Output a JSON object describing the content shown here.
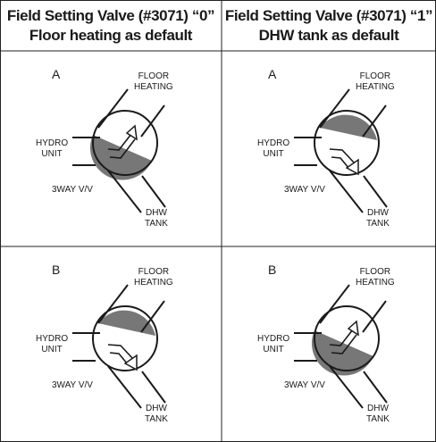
{
  "columns": [
    {
      "title_line1": "Field Setting Valve (#3071) “0”",
      "title_line2": "Floor heating as default"
    },
    {
      "title_line1": "Field Setting Valve (#3071) “1”",
      "title_line2": "DHW tank as default"
    }
  ],
  "cells": [
    {
      "letter": "A",
      "floor": "FLOOR\nHEATING",
      "hydro": "HYDRO\nUNIT",
      "valve": "3WAY V/V",
      "dhw": "DHW\nTANK"
    },
    {
      "letter": "A",
      "floor": "FLOOR\nHEATING",
      "hydro": "HYDRO\nUNIT",
      "valve": "3WAY V/V",
      "dhw": "DHW\nTANK"
    },
    {
      "letter": "B",
      "floor": "FLOOR\nHEATING",
      "hydro": "HYDRO\nUNIT",
      "valve": "3WAY V/V",
      "dhw": "DHW\nTANK"
    },
    {
      "letter": "B",
      "floor": "FLOOR\nHEATING",
      "hydro": "HYDRO\nUNIT",
      "valve": "3WAY V/V",
      "dhw": "DHW\nTANK"
    }
  ]
}
